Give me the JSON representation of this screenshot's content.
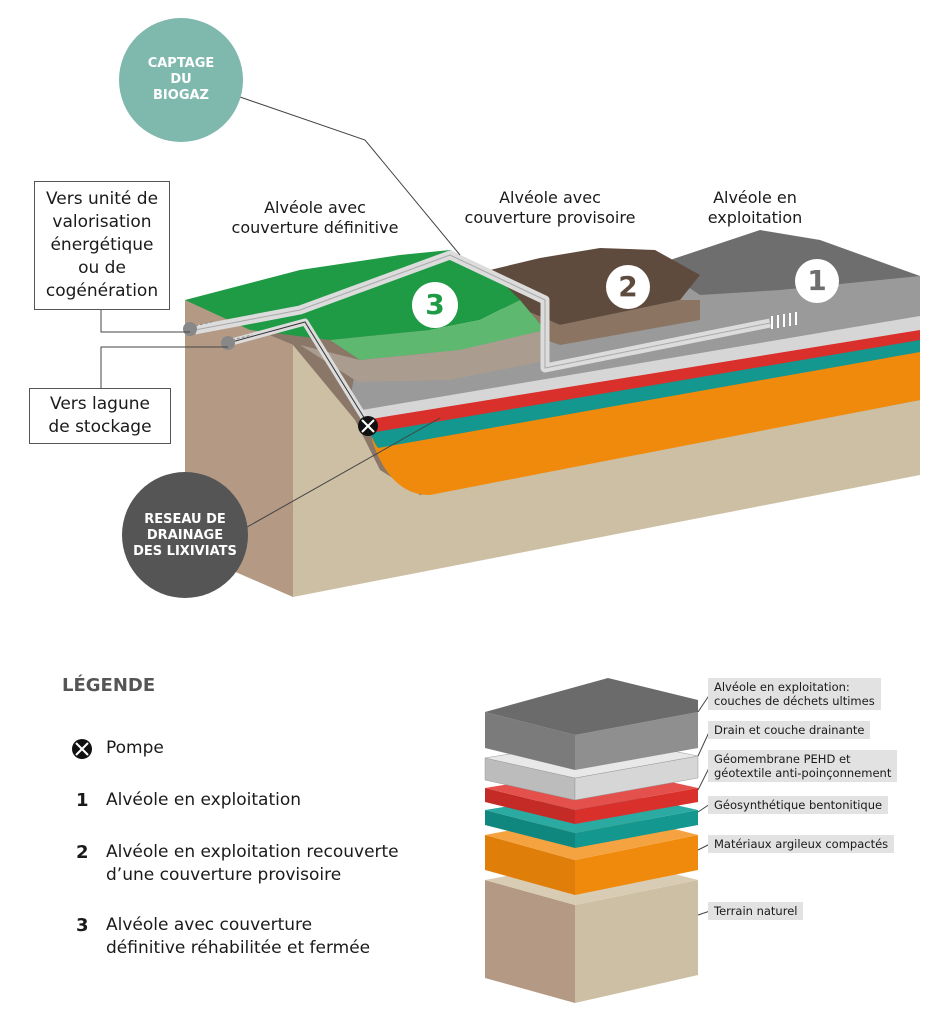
{
  "callouts": {
    "biogas": "CAPTAGE\nDU\nBIOGAZ",
    "drainage": "RESEAU DE\nDRAINAGE\nDES LIXIVIATS",
    "energy_box": "Vers unité de\nvalorisation\nénergétique\nou de\ncogénération",
    "lagoon_box": "Vers lagune\nde stockage"
  },
  "zones": {
    "final_cover": "Alvéole avec\ncouverture définitive",
    "temporary_cover": "Alvéole avec\ncouverture provisoire",
    "operating": "Alvéole en\nexploitation"
  },
  "badges": {
    "one": "1",
    "two": "2",
    "three": "3"
  },
  "legend": {
    "title": "LÉGENDE",
    "items": [
      {
        "num": "",
        "text": "Pompe"
      },
      {
        "num": "1",
        "text": "Alvéole en exploitation"
      },
      {
        "num": "2",
        "text": "Alvéole en exploitation recouverte\nd’une couverture provisoire"
      },
      {
        "num": "3",
        "text": "Alvéole avec couverture\ndéfinitive réhabilitée et fermée"
      }
    ]
  },
  "layers": [
    "Alvéole en exploitation:\ncouches de déchets ultimes",
    "Drain et couche drainante",
    "Géomembrane PEHD et\ngéotextile anti-poinçonnement",
    "Géosynthétique bentonitique",
    "Matériaux argileux compactés",
    "Terrain naturel"
  ],
  "colors": {
    "biogas_circle": "#7fb8ad",
    "drainage_circle": "#555555",
    "terrain": "#cdbfa3",
    "clay": "#f08a0c",
    "bentonite": "#13978e",
    "membrane": "#d9302c",
    "drain": "#d6d6d6",
    "waste": "#8f8f8f",
    "temporary_cover": "#6b5647",
    "final_cover": "#1f9a45"
  },
  "icons": {
    "pump": "pump-icon"
  }
}
